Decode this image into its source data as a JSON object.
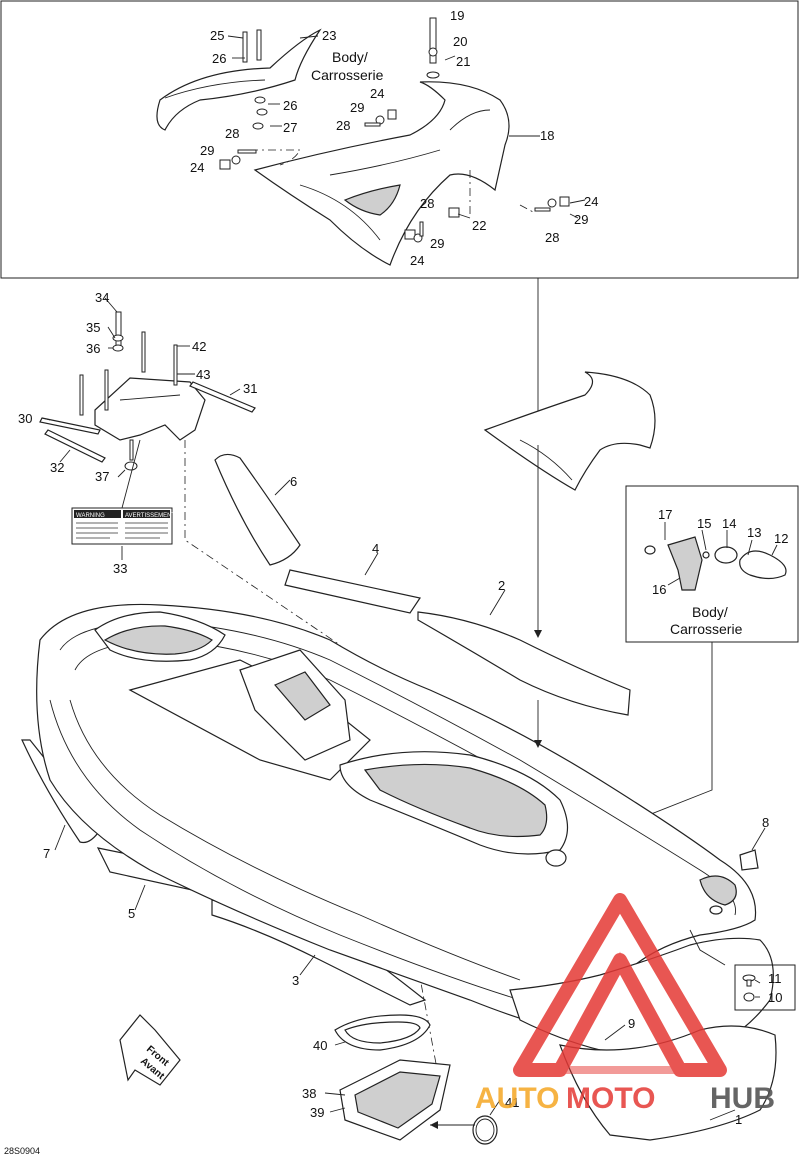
{
  "callouts": [
    "1",
    "2",
    "3",
    "4",
    "5",
    "6",
    "7",
    "8",
    "9",
    "10",
    "11",
    "12",
    "13",
    "14",
    "15",
    "16",
    "17",
    "18",
    "19",
    "20",
    "21",
    "22",
    "23",
    "24",
    "25",
    "26",
    "27",
    "28",
    "29",
    "30",
    "31",
    "32",
    "33",
    "34",
    "35",
    "36",
    "37",
    "38",
    "39",
    "40",
    "41",
    "42",
    "43"
  ],
  "labels": {
    "body_top": "Body/",
    "body_top_fr": "Carrosserie",
    "body_right": "Body/",
    "body_right_fr": "Carrosserie",
    "front": "Front",
    "front_fr": "Avant",
    "drawing_code": "28S0904",
    "warning_en": "WARNING",
    "warning_fr": "AVERTISSEMENT"
  },
  "watermark": {
    "text_a": "AUTO",
    "text_b": "MOTO",
    "text_c": "HUB",
    "color_red": "#e53935",
    "color_orange": "#f5a623",
    "color_gray": "#555555"
  }
}
